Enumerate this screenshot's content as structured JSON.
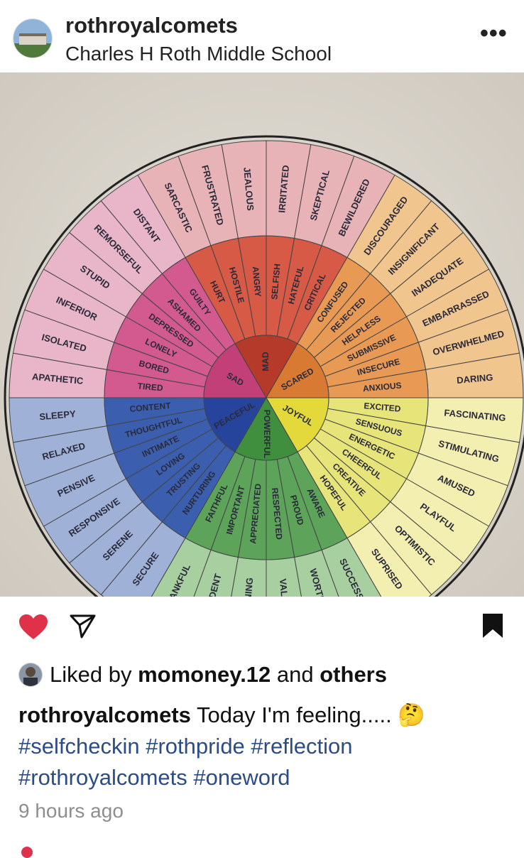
{
  "post": {
    "username": "rothroyalcomets",
    "location": "Charles H Roth Middle School",
    "more_icon": "ellipsis-icon",
    "liked_prefix": "Liked by ",
    "liked_user": "momoney.12",
    "liked_and": " and ",
    "liked_others": "others",
    "caption_user": "rothroyalcomets",
    "caption_text": " Today I'm feeling..... ",
    "caption_emoji": "🤔",
    "hashtags_line1": "#selfcheckin #rothpride #reflection",
    "hashtags_line2": "#rothroyalcomets #oneword",
    "time_ago": "9 hours ago"
  },
  "colors": {
    "like": "#e0314b",
    "hashtag": "#2b4c86"
  },
  "wheel": {
    "center": [
      "MAD",
      "SCARED",
      "JOYFUL",
      "POWERFUL",
      "PEACEFUL",
      "SAD"
    ],
    "middle": [
      "HURT",
      "HOSTILE",
      "ANGRY",
      "SELFISH",
      "HATEFUL",
      "CRITICAL",
      "CONFUSED",
      "REJECTED",
      "HELPLESS",
      "SUBMISSIVE",
      "INSECURE",
      "ANXIOUS",
      "EXCITED",
      "SENSUOUS",
      "ENERGETIC",
      "CHEERFUL",
      "CREATIVE",
      "HOPEFUL",
      "AWARE",
      "PROUD",
      "RESPECTED",
      "APPRECIATED",
      "IMPORTANT",
      "FAITHFUL",
      "NURTURING",
      "TRUSTING",
      "LOVING",
      "INTIMATE",
      "THOUGHTFUL",
      "CONTENT",
      "TIRED",
      "BORED",
      "LONELY",
      "DEPRESSED",
      "ASHAMED",
      "GUILTY"
    ],
    "outer": [
      "SARCASTIC",
      "FRUSTRATED",
      "JEALOUS",
      "IRRITATED",
      "SKEPTICAL",
      "BEWILDERED",
      "DISCOURAGED",
      "INSIGNIFICANT",
      "INADEQUATE",
      "EMBARRASSED",
      "OVERWHELMED",
      "DARING",
      "FASCINATING",
      "STIMULATING",
      "AMUSED",
      "PLAYFUL",
      "OPTIMISTIC",
      "SUPRISED",
      "SUCCESSFUL",
      "WORTHWHILE",
      "VALUEABLE",
      "DISCERNING",
      "CONFIDENT",
      "THANKFUL",
      "SECURE",
      "SERENE",
      "RESPONSIVE",
      "PENSIVE",
      "RELAXED",
      "SLEEPY",
      "APATHETIC",
      "ISOLATED",
      "INFERIOR",
      "STUPID",
      "REMORSEFUL",
      "DISTANT"
    ]
  }
}
